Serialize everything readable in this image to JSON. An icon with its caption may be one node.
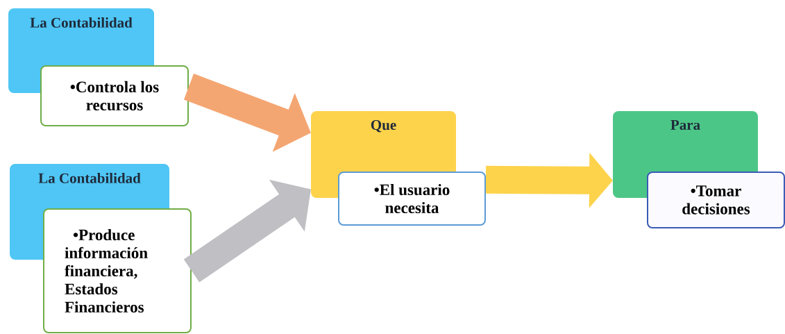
{
  "diagram": {
    "nodes": [
      {
        "text": [
          "La Contabilidad"
        ]
      },
      {
        "text": [
          "•Controla los recursos"
        ]
      },
      {
        "text": [
          "La Contabilidad"
        ]
      },
      {
        "text": [
          "•Produce información financiera, Estados Financieros"
        ]
      },
      {
        "text": [
          "Que"
        ]
      },
      {
        "text": [
          "•El usuario necesita"
        ]
      },
      {
        "text": [
          "Para"
        ]
      },
      {
        "text": [
          "•Tomar decisiones"
        ]
      }
    ],
    "edges": [
      {
        "from": 1,
        "to": 4,
        "arrow": "to",
        "color": "#f4a672"
      },
      {
        "from": 3,
        "to": 4,
        "arrow": "to",
        "color": "#bfbfc4"
      },
      {
        "from": 5,
        "to": 6,
        "arrow": "to",
        "color": "#fdd34c"
      }
    ]
  }
}
